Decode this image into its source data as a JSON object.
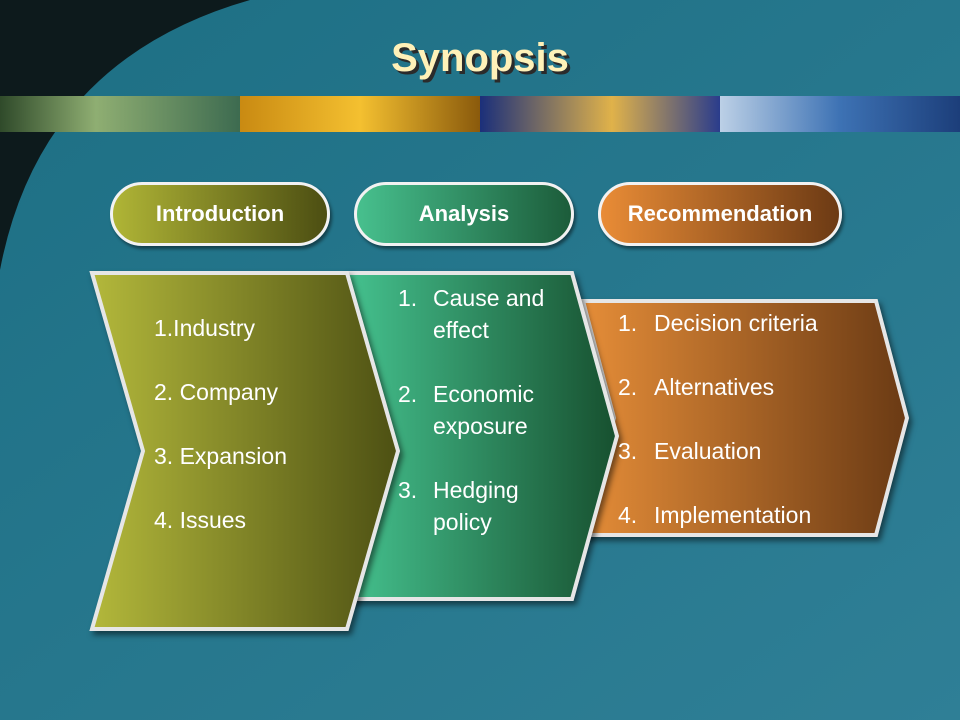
{
  "title": "Synopsis",
  "colors": {
    "intro": "#8f9325",
    "analysis": "#2e8f63",
    "recommendation": "#c86c28",
    "title": "#fff1b8"
  },
  "headers": {
    "introduction": "Introduction",
    "analysis": "Analysis",
    "recommendation": "Recommendation"
  },
  "introduction_items": [
    "1.Industry",
    "2. Company",
    "3. Expansion",
    "4. Issues"
  ],
  "analysis_items": [
    {
      "num": "1.",
      "text": "Cause and effect"
    },
    {
      "num": "2.",
      "text": "Economic exposure"
    },
    {
      "num": "3.",
      "text": "Hedging policy"
    }
  ],
  "recommendation_items": [
    {
      "num": "1.",
      "text": "Decision criteria"
    },
    {
      "num": "2.",
      "text": "Alternatives"
    },
    {
      "num": "3.",
      "text": "Evaluation"
    },
    {
      "num": "4.",
      "text": "Implementation"
    }
  ]
}
